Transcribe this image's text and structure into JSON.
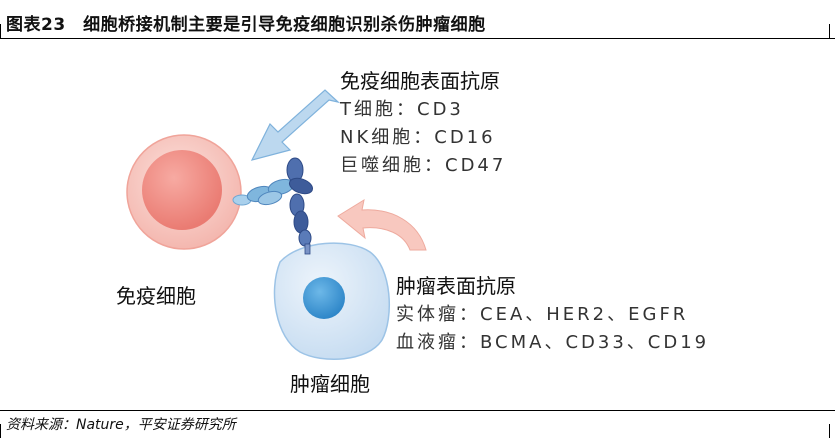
{
  "figure": {
    "title": "图表23　细胞桥接机制主要是引导免疫细胞识别杀伤肿瘤细胞",
    "source": "资料来源：Nature，平安证券研究所"
  },
  "diagram": {
    "immune_cell_label": "免疫细胞",
    "tumor_cell_label": "肿瘤细胞",
    "immune_antigen": {
      "heading": "免疫细胞表面抗原",
      "lines": [
        "T细胞：CD3",
        "NK细胞：CD16",
        "巨噬细胞：CD47"
      ]
    },
    "tumor_antigen": {
      "heading": "肿瘤表面抗原",
      "lines": [
        "实体瘤：CEA、HER2、EGFR",
        "血液瘤：BCMA、CD33、CD19"
      ]
    }
  },
  "colors": {
    "immune_cell_outer": "#f6c6c0",
    "immune_cell_inner": "#f08c84",
    "tumor_cell_outer": "#dce9f6",
    "tumor_cell_inner": "#3f9bd8",
    "blue_arrow": "#b7d6ee",
    "pink_arrow": "#f6c3b9",
    "antibody_dark": "#3e5c9a",
    "antibody_light": "#7fb6dd"
  }
}
